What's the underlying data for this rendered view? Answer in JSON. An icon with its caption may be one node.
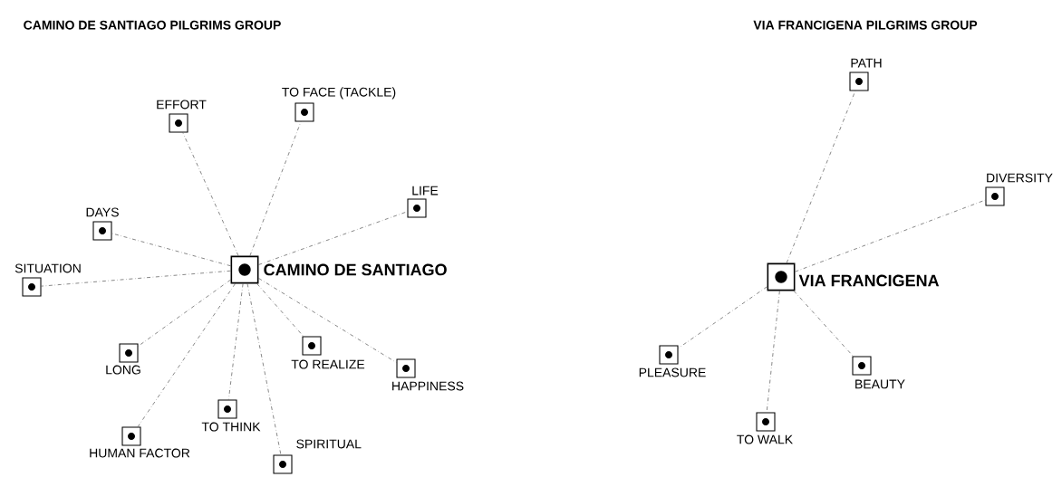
{
  "diagram": {
    "nodes": [
      {
        "text": [
          "CAMINO DE SANTIAGO"
        ]
      },
      {
        "text": [
          "EFFORT"
        ]
      },
      {
        "text": [
          "TO FACE (TACKLE)"
        ]
      },
      {
        "text": [
          "LIFE"
        ]
      },
      {
        "text": [
          "DAYS"
        ]
      },
      {
        "text": [
          "SITUATION"
        ]
      },
      {
        "text": [
          "LONG"
        ]
      },
      {
        "text": [
          "TO REALIZE"
        ]
      },
      {
        "text": [
          "HAPPINESS"
        ]
      },
      {
        "text": [
          "TO THINK"
        ]
      },
      {
        "text": [
          "HUMAN FACTOR"
        ]
      },
      {
        "text": [
          "SPIRITUAL"
        ]
      },
      {
        "text": [
          "VIA FRANCIGENA"
        ]
      },
      {
        "text": [
          "PATH"
        ]
      },
      {
        "text": [
          "DIVERSITY"
        ]
      },
      {
        "text": [
          "PLEASURE"
        ]
      },
      {
        "text": [
          "BEAUTY"
        ]
      },
      {
        "text": [
          "TO WALK"
        ]
      }
    ],
    "edges": [
      {
        "from": 0,
        "to": 1,
        "arrow": "none"
      },
      {
        "from": 0,
        "to": 2,
        "arrow": "none"
      },
      {
        "from": 0,
        "to": 3,
        "arrow": "none"
      },
      {
        "from": 0,
        "to": 4,
        "arrow": "none"
      },
      {
        "from": 0,
        "to": 5,
        "arrow": "none"
      },
      {
        "from": 0,
        "to": 6,
        "arrow": "none"
      },
      {
        "from": 0,
        "to": 7,
        "arrow": "none"
      },
      {
        "from": 0,
        "to": 8,
        "arrow": "none"
      },
      {
        "from": 0,
        "to": 9,
        "arrow": "none"
      },
      {
        "from": 0,
        "to": 10,
        "arrow": "none"
      },
      {
        "from": 0,
        "to": 11,
        "arrow": "none"
      },
      {
        "from": 12,
        "to": 13,
        "arrow": "none"
      },
      {
        "from": 12,
        "to": 14,
        "arrow": "none"
      },
      {
        "from": 12,
        "to": 15,
        "arrow": "none"
      },
      {
        "from": 12,
        "to": 16,
        "arrow": "none"
      },
      {
        "from": 12,
        "to": 17,
        "arrow": "none"
      }
    ],
    "labels": [
      "CAMINO DE SANTIAGO PILGRIMS GROUP",
      "VIA FRANCIGENA PILGRIMS GROUP"
    ]
  }
}
